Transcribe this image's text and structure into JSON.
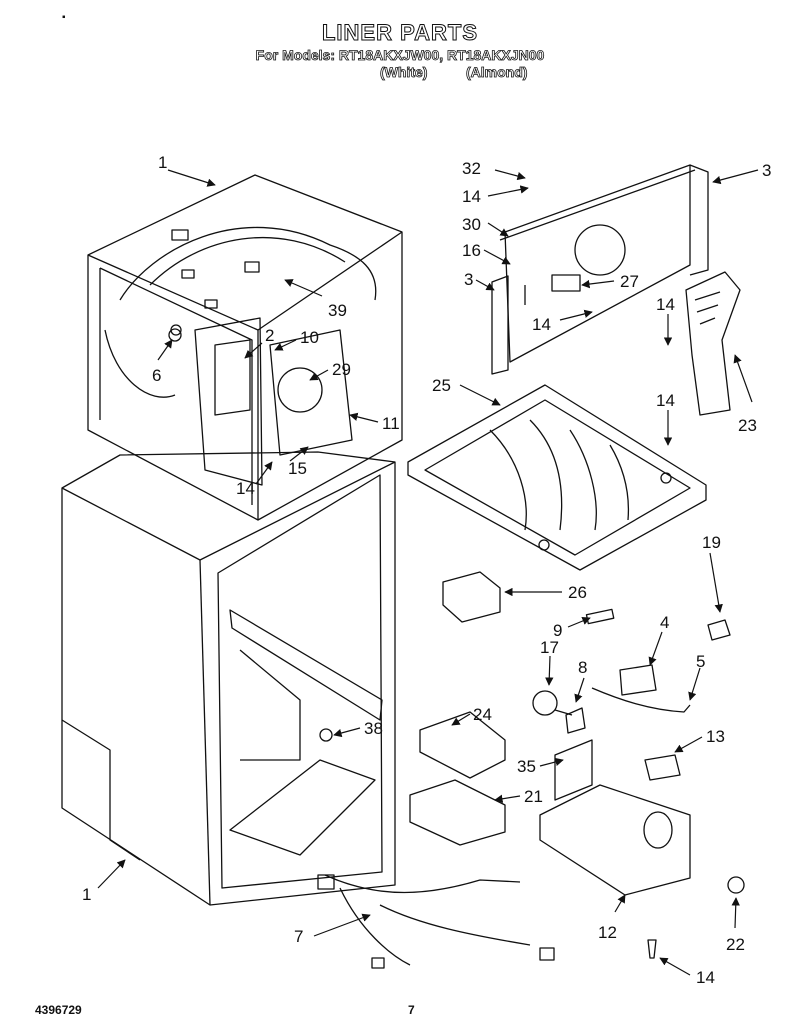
{
  "header": {
    "title": "LINER PARTS",
    "models_line": "For Models: RT18AKXJW00, RT18AKXJN00",
    "color_white": "(White)",
    "color_almond": "(Almond)"
  },
  "footer": {
    "doc_number": "4396729",
    "page_number": "7"
  },
  "corner_mark": "▪",
  "callouts": [
    {
      "id": "c1a",
      "label": "1"
    },
    {
      "id": "c39",
      "label": "39"
    },
    {
      "id": "c6",
      "label": "6"
    },
    {
      "id": "c2",
      "label": "2"
    },
    {
      "id": "c10",
      "label": "10"
    },
    {
      "id": "c29",
      "label": "29"
    },
    {
      "id": "c11",
      "label": "11"
    },
    {
      "id": "c15",
      "label": "15"
    },
    {
      "id": "c14a",
      "label": "14"
    },
    {
      "id": "c32",
      "label": "32"
    },
    {
      "id": "c14b",
      "label": "14"
    },
    {
      "id": "c30",
      "label": "30"
    },
    {
      "id": "c16",
      "label": "16"
    },
    {
      "id": "c3a",
      "label": "3"
    },
    {
      "id": "c27",
      "label": "27"
    },
    {
      "id": "c14c",
      "label": "14"
    },
    {
      "id": "c3b",
      "label": "3"
    },
    {
      "id": "c14d",
      "label": "14"
    },
    {
      "id": "c23",
      "label": "23"
    },
    {
      "id": "c25",
      "label": "25"
    },
    {
      "id": "c14e",
      "label": "14"
    },
    {
      "id": "c19",
      "label": "19"
    },
    {
      "id": "c26",
      "label": "26"
    },
    {
      "id": "c9",
      "label": "9"
    },
    {
      "id": "c4",
      "label": "4"
    },
    {
      "id": "c17",
      "label": "17"
    },
    {
      "id": "c8",
      "label": "8"
    },
    {
      "id": "c5",
      "label": "5"
    },
    {
      "id": "c24",
      "label": "24"
    },
    {
      "id": "c38",
      "label": "38"
    },
    {
      "id": "c13",
      "label": "13"
    },
    {
      "id": "c35",
      "label": "35"
    },
    {
      "id": "c21",
      "label": "21"
    },
    {
      "id": "c1b",
      "label": "1"
    },
    {
      "id": "c12",
      "label": "12"
    },
    {
      "id": "c22",
      "label": "22"
    },
    {
      "id": "c7",
      "label": "7"
    },
    {
      "id": "c14f",
      "label": "14"
    }
  ]
}
